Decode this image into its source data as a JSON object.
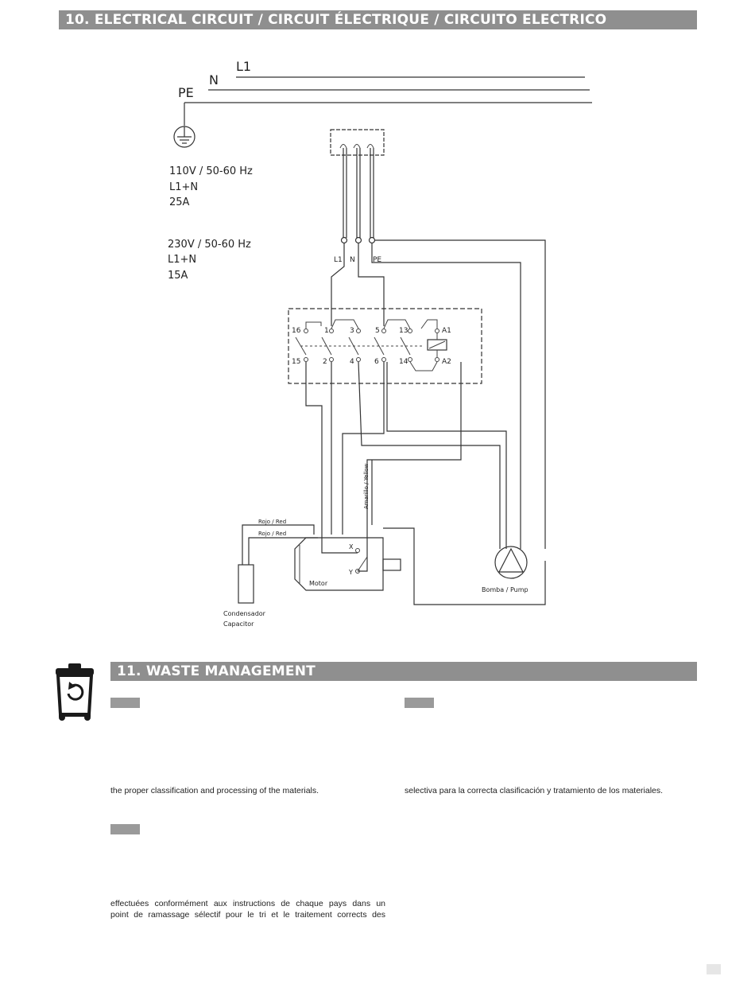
{
  "section10": {
    "title": "10. ELECTRICAL CIRCUIT / CIRCUIT ÉLECTRIQUE / CIRCUITO ELECTRICO"
  },
  "diagram": {
    "supply_l1": "L1",
    "supply_n": "N",
    "supply_pe": "PE",
    "spec_110_line1": "110V / 50-60 Hz",
    "spec_110_line2": "L1+N",
    "spec_110_line3": "25A",
    "spec_230_line1": "230V / 50-60 Hz",
    "spec_230_line2": "L1+N",
    "spec_230_line3": "15A",
    "terminal_l1": "L1",
    "terminal_n": "N",
    "terminal_pe": "PE",
    "contact_16": "16",
    "contact_1": "1",
    "contact_3": "3",
    "contact_5": "5",
    "contact_13": "13",
    "contact_a1": "A1",
    "contact_15": "15",
    "contact_2": "2",
    "contact_4": "4",
    "contact_6": "6",
    "contact_14": "14",
    "contact_a2": "A2",
    "wire_yellow": "Amarillo / Yellow",
    "wire_red_1": "Rojo / Red",
    "wire_red_2": "Rojo / Red",
    "motor_x": "X",
    "motor_y": "Y",
    "motor_label": "Motor",
    "capacitor_label_1": "Condensador",
    "capacitor_label_2": "Capacitor",
    "pump_label": "Bomba / Pump"
  },
  "section11": {
    "title": "11. WASTE MANAGEMENT",
    "icon": "recycle-bin-icon",
    "en_text": "the proper classification and processing of the materials.",
    "es_text": "selectiva para la correcta clasificación y tratamiento de los materiales.",
    "fr_text_line1": "effectuées conformément aux instructions de chaque pays dans un",
    "fr_text_line2": "point de ramassage sélectif pour le tri et le traitement corrects des"
  }
}
